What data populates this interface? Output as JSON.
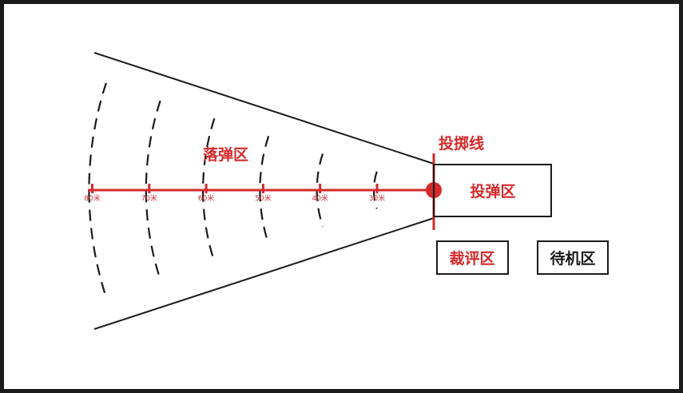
{
  "labels": {
    "landing_zone": "落弹区",
    "throw_line": "投掷线",
    "throw_zone": "投弹区",
    "judge_zone": "裁评区",
    "standby_zone": "待机区"
  },
  "distance_marks": [
    {
      "meters": 80,
      "label": "80米"
    },
    {
      "meters": 70,
      "label": "70米"
    },
    {
      "meters": 60,
      "label": "60米"
    },
    {
      "meters": 50,
      "label": "50米"
    },
    {
      "meters": 40,
      "label": "40米"
    },
    {
      "meters": 30,
      "label": "30米"
    }
  ],
  "colors": {
    "line_red": "#d42a2a",
    "ink": "#1a1a1a",
    "frame": "#1a1a1a",
    "box_text_red": "#d42a2a",
    "box_text_dark": "#1a1a1a"
  }
}
